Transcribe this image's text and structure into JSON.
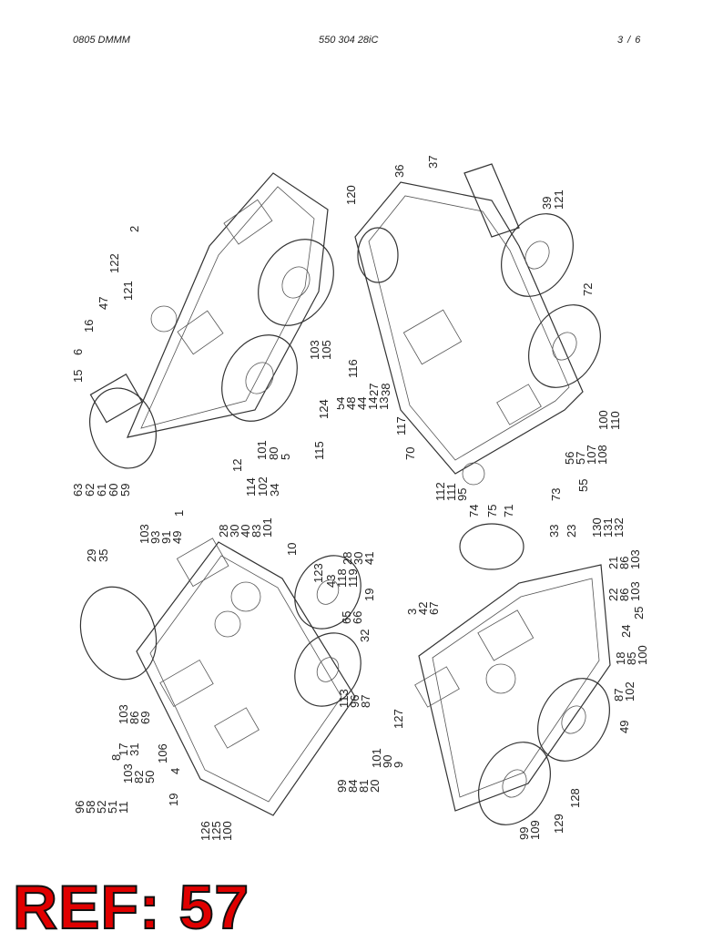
{
  "header": {
    "left": "0805 DMMM",
    "center": "550 304 28iC",
    "right": "3 /   6"
  },
  "ref": "REF: 57",
  "callouts": {
    "tl": [
      [
        "63",
        "62",
        "61",
        "60",
        "59"
      ],
      [
        "15"
      ],
      [
        "6"
      ],
      [
        "16"
      ],
      [
        "47"
      ],
      [
        "121"
      ],
      [
        "122"
      ],
      [
        "2"
      ],
      [
        "114",
        "102",
        "34"
      ],
      [
        "12"
      ],
      [
        "101",
        "80",
        "5"
      ],
      [
        "115"
      ],
      [
        "124"
      ],
      [
        "103",
        "105"
      ]
    ],
    "tr": [
      [
        "120"
      ],
      [
        "36"
      ],
      [
        "37"
      ],
      [
        "39",
        "121"
      ],
      [
        "116"
      ],
      [
        "27",
        "38"
      ],
      [
        "54",
        "48",
        "44",
        "14",
        "13"
      ],
      [
        "117"
      ],
      [
        "70"
      ],
      [
        "72"
      ],
      [
        "112",
        "111",
        "95"
      ],
      [
        "74"
      ],
      [
        "75"
      ],
      [
        "71"
      ],
      [
        "73"
      ],
      [
        "55"
      ],
      [
        "56",
        "57",
        "107",
        "108"
      ],
      [
        "100",
        "110"
      ]
    ],
    "bl": [
      [
        "29",
        "35"
      ],
      [
        "103",
        "93",
        "91",
        "49"
      ],
      [
        "1"
      ],
      [
        "28",
        "30",
        "40",
        "83",
        "101"
      ],
      [
        "10"
      ],
      [
        "28",
        "30",
        "41"
      ],
      [
        "123"
      ],
      [
        "43",
        "118",
        "119"
      ],
      [
        "19"
      ],
      [
        "65",
        "66"
      ],
      [
        "32"
      ],
      [
        "103",
        "86",
        "69"
      ],
      [
        "8"
      ],
      [
        "17",
        "31"
      ],
      [
        "103",
        "82",
        "50"
      ],
      [
        "106"
      ],
      [
        "4"
      ],
      [
        "19"
      ],
      [
        "96",
        "58",
        "52",
        "51",
        "11"
      ],
      [
        "126",
        "125",
        "100"
      ],
      [
        "99",
        "84",
        "81",
        "20"
      ],
      [
        "113",
        "96",
        "87"
      ]
    ],
    "br": [
      [
        "3",
        "42",
        "67"
      ],
      [
        "33"
      ],
      [
        "23"
      ],
      [
        "130",
        "131",
        "132"
      ],
      [
        "21",
        "86",
        "103"
      ],
      [
        "22",
        "86",
        "103"
      ],
      [
        "25"
      ],
      [
        "24"
      ],
      [
        "18",
        "85",
        "100"
      ],
      [
        "87",
        "102"
      ],
      [
        "49"
      ],
      [
        "127"
      ],
      [
        "101",
        "90",
        "9"
      ],
      [
        "128"
      ],
      [
        "99",
        "109"
      ],
      [
        "129"
      ]
    ]
  }
}
